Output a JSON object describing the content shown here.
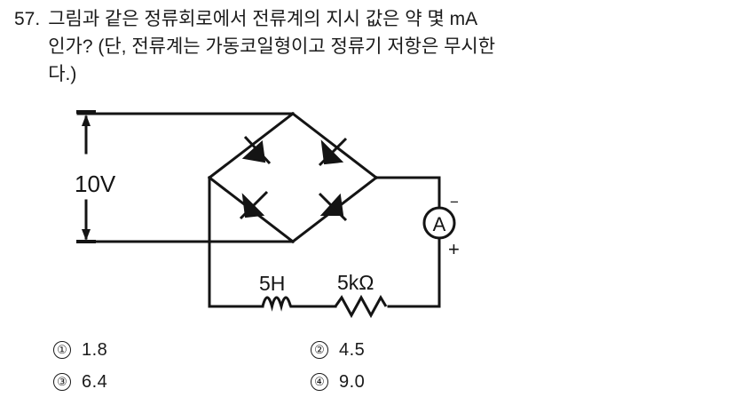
{
  "question": {
    "number": "57.",
    "lines": [
      "그림과 같은 정류회로에서 전류계의 지시 값은 약 몇 mA",
      "인가? (단, 전류계는 가동코일형이고 정류기 저항은 무시한",
      "다.)"
    ]
  },
  "figure": {
    "source_label": "10V",
    "inductor_label": "5H",
    "resistor_label": "5kΩ",
    "ammeter_label": "A",
    "ammeter_negative": "−",
    "ammeter_positive": "+",
    "line_color": "#141414"
  },
  "choices": [
    {
      "marker": "①",
      "value": "1.8"
    },
    {
      "marker": "②",
      "value": "4.5"
    },
    {
      "marker": "③",
      "value": "6.4"
    },
    {
      "marker": "④",
      "value": "9.0"
    }
  ]
}
